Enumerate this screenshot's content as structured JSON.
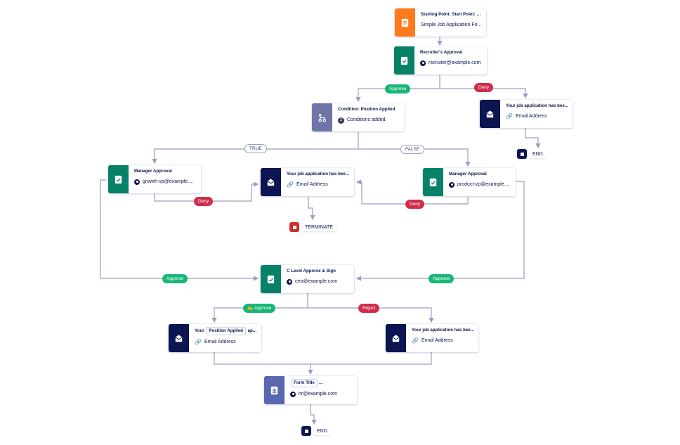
{
  "nodes": {
    "start": {
      "title": "Starting Point: Start Point: N...",
      "subtitle": "Simple Job Application Fo...",
      "icon": "document-icon"
    },
    "recruiter": {
      "title": "Recruiter's Approval",
      "subtitle": "recruiter@example.com",
      "icon": "approval-icon"
    },
    "condition": {
      "title": "Condition: Position Applied",
      "subtitle": "Conditions added.",
      "count": "2",
      "icon": "branch-icon"
    },
    "email_top_right": {
      "title": "Your job application has bee...",
      "subtitle": "Email Address",
      "icon": "mail-icon"
    },
    "manager_left": {
      "title": "Manager Approval",
      "subtitle": "growth-vp@example....",
      "icon": "approval-icon"
    },
    "email_middle": {
      "title": "Your job application has bee...",
      "subtitle": "Email Address",
      "icon": "mail-icon"
    },
    "manager_right": {
      "title": "Manager Approval",
      "subtitle": "product-vp@example....",
      "icon": "approval-icon"
    },
    "c_level": {
      "title": "C Level Approve & Sign",
      "subtitle": "ceo@example.com",
      "icon": "sign-icon"
    },
    "email_bottom_left": {
      "title_a": "Your",
      "title_chip": "Position Applied",
      "title_b": "ap...",
      "subtitle": "Email Address",
      "icon": "mail-icon"
    },
    "email_bottom_right": {
      "title": "Your job application has bee...",
      "subtitle": "Email Address",
      "icon": "mail-icon"
    },
    "form_title": {
      "title_chip_a": "Form Title",
      "title_chip_b": "Recruitment...",
      "subtitle": "hr@example.com",
      "icon": "sheet-icon"
    }
  },
  "badges": {
    "approve_1": "Approve",
    "deny_1": "Deny",
    "true": "TRUE",
    "false": "FALSE",
    "deny_left": "Deny",
    "deny_right": "Deny",
    "approve_left": "Approve",
    "approve_right": "Approve",
    "approve_c": "Approve",
    "reject_c": "Reject"
  },
  "endpoints": {
    "end_top": "END",
    "terminate": "TERMINATE",
    "end_bottom": "END"
  },
  "colors": {
    "orange": "#ff7a1a",
    "green": "#078167",
    "purple": "#6f76a7",
    "navy": "#0a1551",
    "approve": "#18b777",
    "deny": "#cf2d4a"
  }
}
